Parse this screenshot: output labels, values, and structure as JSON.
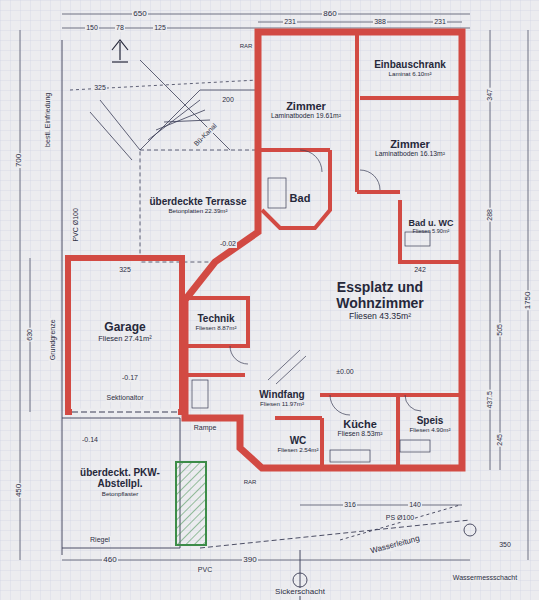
{
  "diagram": {
    "nodes": [
      {
        "text": [
          "Zimmer",
          "Laminatboden 19.61m²"
        ]
      },
      {
        "text": [
          "Einbauschrank",
          "Laminat 6.10m²"
        ]
      },
      {
        "text": [
          "Zimmer",
          "Laminatboden 16.13m²"
        ]
      },
      {
        "text": [
          "überdeckte Terrasse",
          "Betonplatten 22.39m²"
        ]
      },
      {
        "text": [
          "Bad"
        ]
      },
      {
        "text": [
          "Bad u. WC",
          "Fliesen 5.90m²"
        ]
      },
      {
        "text": [
          "Essplatz und Wohnzimmer",
          "Fliesen 43.35m²"
        ]
      },
      {
        "text": [
          "Technik",
          "Fliesen 8.87m²"
        ]
      },
      {
        "text": [
          "Garage",
          "Fliesen 27.41m²"
        ]
      },
      {
        "text": [
          "Windfang",
          "Fliesen 11.97m²"
        ]
      },
      {
        "text": [
          "WC",
          "Fliesen 2.54m²"
        ]
      },
      {
        "text": [
          "Küche",
          "Fliesen 8.53m²"
        ]
      },
      {
        "text": [
          "Speis",
          "Fliesen 4.90m²"
        ]
      },
      {
        "text": [
          "überdeckt. PKW-Abstellpl.",
          "Betonpflaster"
        ]
      }
    ],
    "labels": [
      "650",
      "860",
      "150",
      "78",
      "125",
      "231",
      "388",
      "231",
      "325",
      "200",
      "-0.02",
      "-0.17",
      "±0.00",
      "-0.14",
      "700",
      "450",
      "630",
      "1750",
      "505",
      "347",
      "288",
      "245",
      "437.5",
      "350",
      "460",
      "390",
      "316",
      "140",
      "325",
      "bestl. Einfriedung",
      "Grundgrenze",
      "Sickerschacht",
      "Wasserleitung",
      "Wassermessschacht",
      "PVC",
      "PS Ø100",
      "RAR",
      "RAR",
      "Riegel",
      "Sektionaltor",
      "Rampe",
      "PVC Ø100",
      "Bü-Kanal",
      "242"
    ]
  }
}
